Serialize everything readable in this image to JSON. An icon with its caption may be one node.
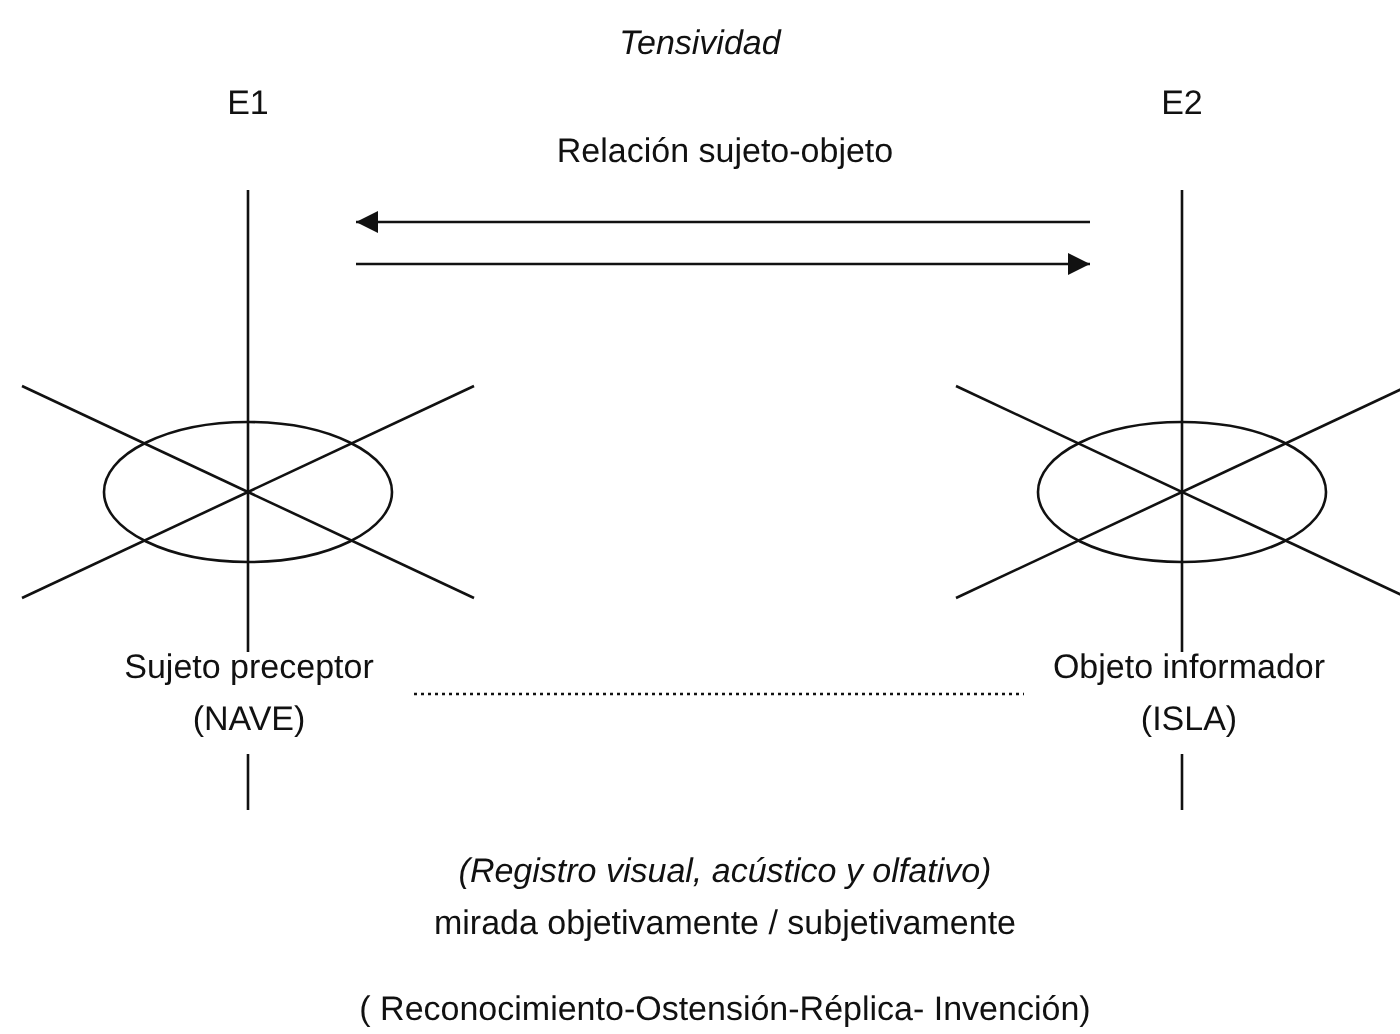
{
  "diagram": {
    "title": "Tensividad",
    "nodes": [
      {
        "text": [
          "E1"
        ]
      },
      {
        "text": [
          "E2"
        ]
      },
      {
        "text": [
          "Sujeto preceptor (NAVE)"
        ]
      },
      {
        "text": [
          "Objeto informador (ISLA)"
        ]
      }
    ],
    "edges": [
      {
        "from": 1,
        "to": 0,
        "arrow": "to"
      },
      {
        "from": 0,
        "to": 1,
        "arrow": "to"
      },
      {
        "from": 2,
        "to": 3,
        "arrow": "none",
        "style": "dashed"
      }
    ],
    "labels": [
      "Relación sujeto-objeto",
      "(Registro visual, acústico y olfativo)",
      "mirada objetivamente / subjetivamente",
      "( Reconocimiento-Ostensión-Réplica- Invención)"
    ]
  }
}
